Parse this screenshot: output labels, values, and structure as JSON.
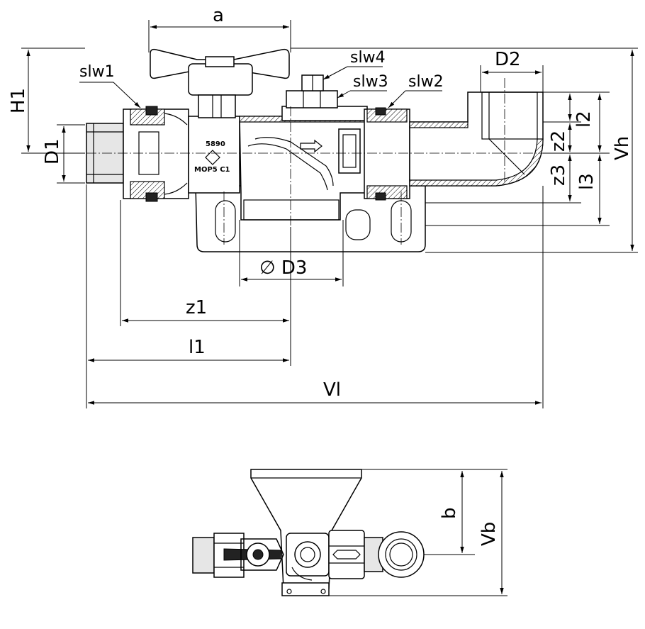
{
  "labels": {
    "a": "a",
    "H1": "H1",
    "D1": "D1",
    "D2": "D2",
    "D3": "∅ D3",
    "slw1": "slw1",
    "slw2": "slw2",
    "slw3": "slw3",
    "slw4": "slw4",
    "l2": "l2",
    "z2": "z2",
    "z3": "z3",
    "l3": "l3",
    "Vh": "Vh",
    "z1": "z1",
    "l1": "l1",
    "Vl": "Vl",
    "b": "b",
    "Vb": "Vb"
  },
  "body_markings": {
    "code": "5890",
    "rating": "MOP5 C1"
  }
}
